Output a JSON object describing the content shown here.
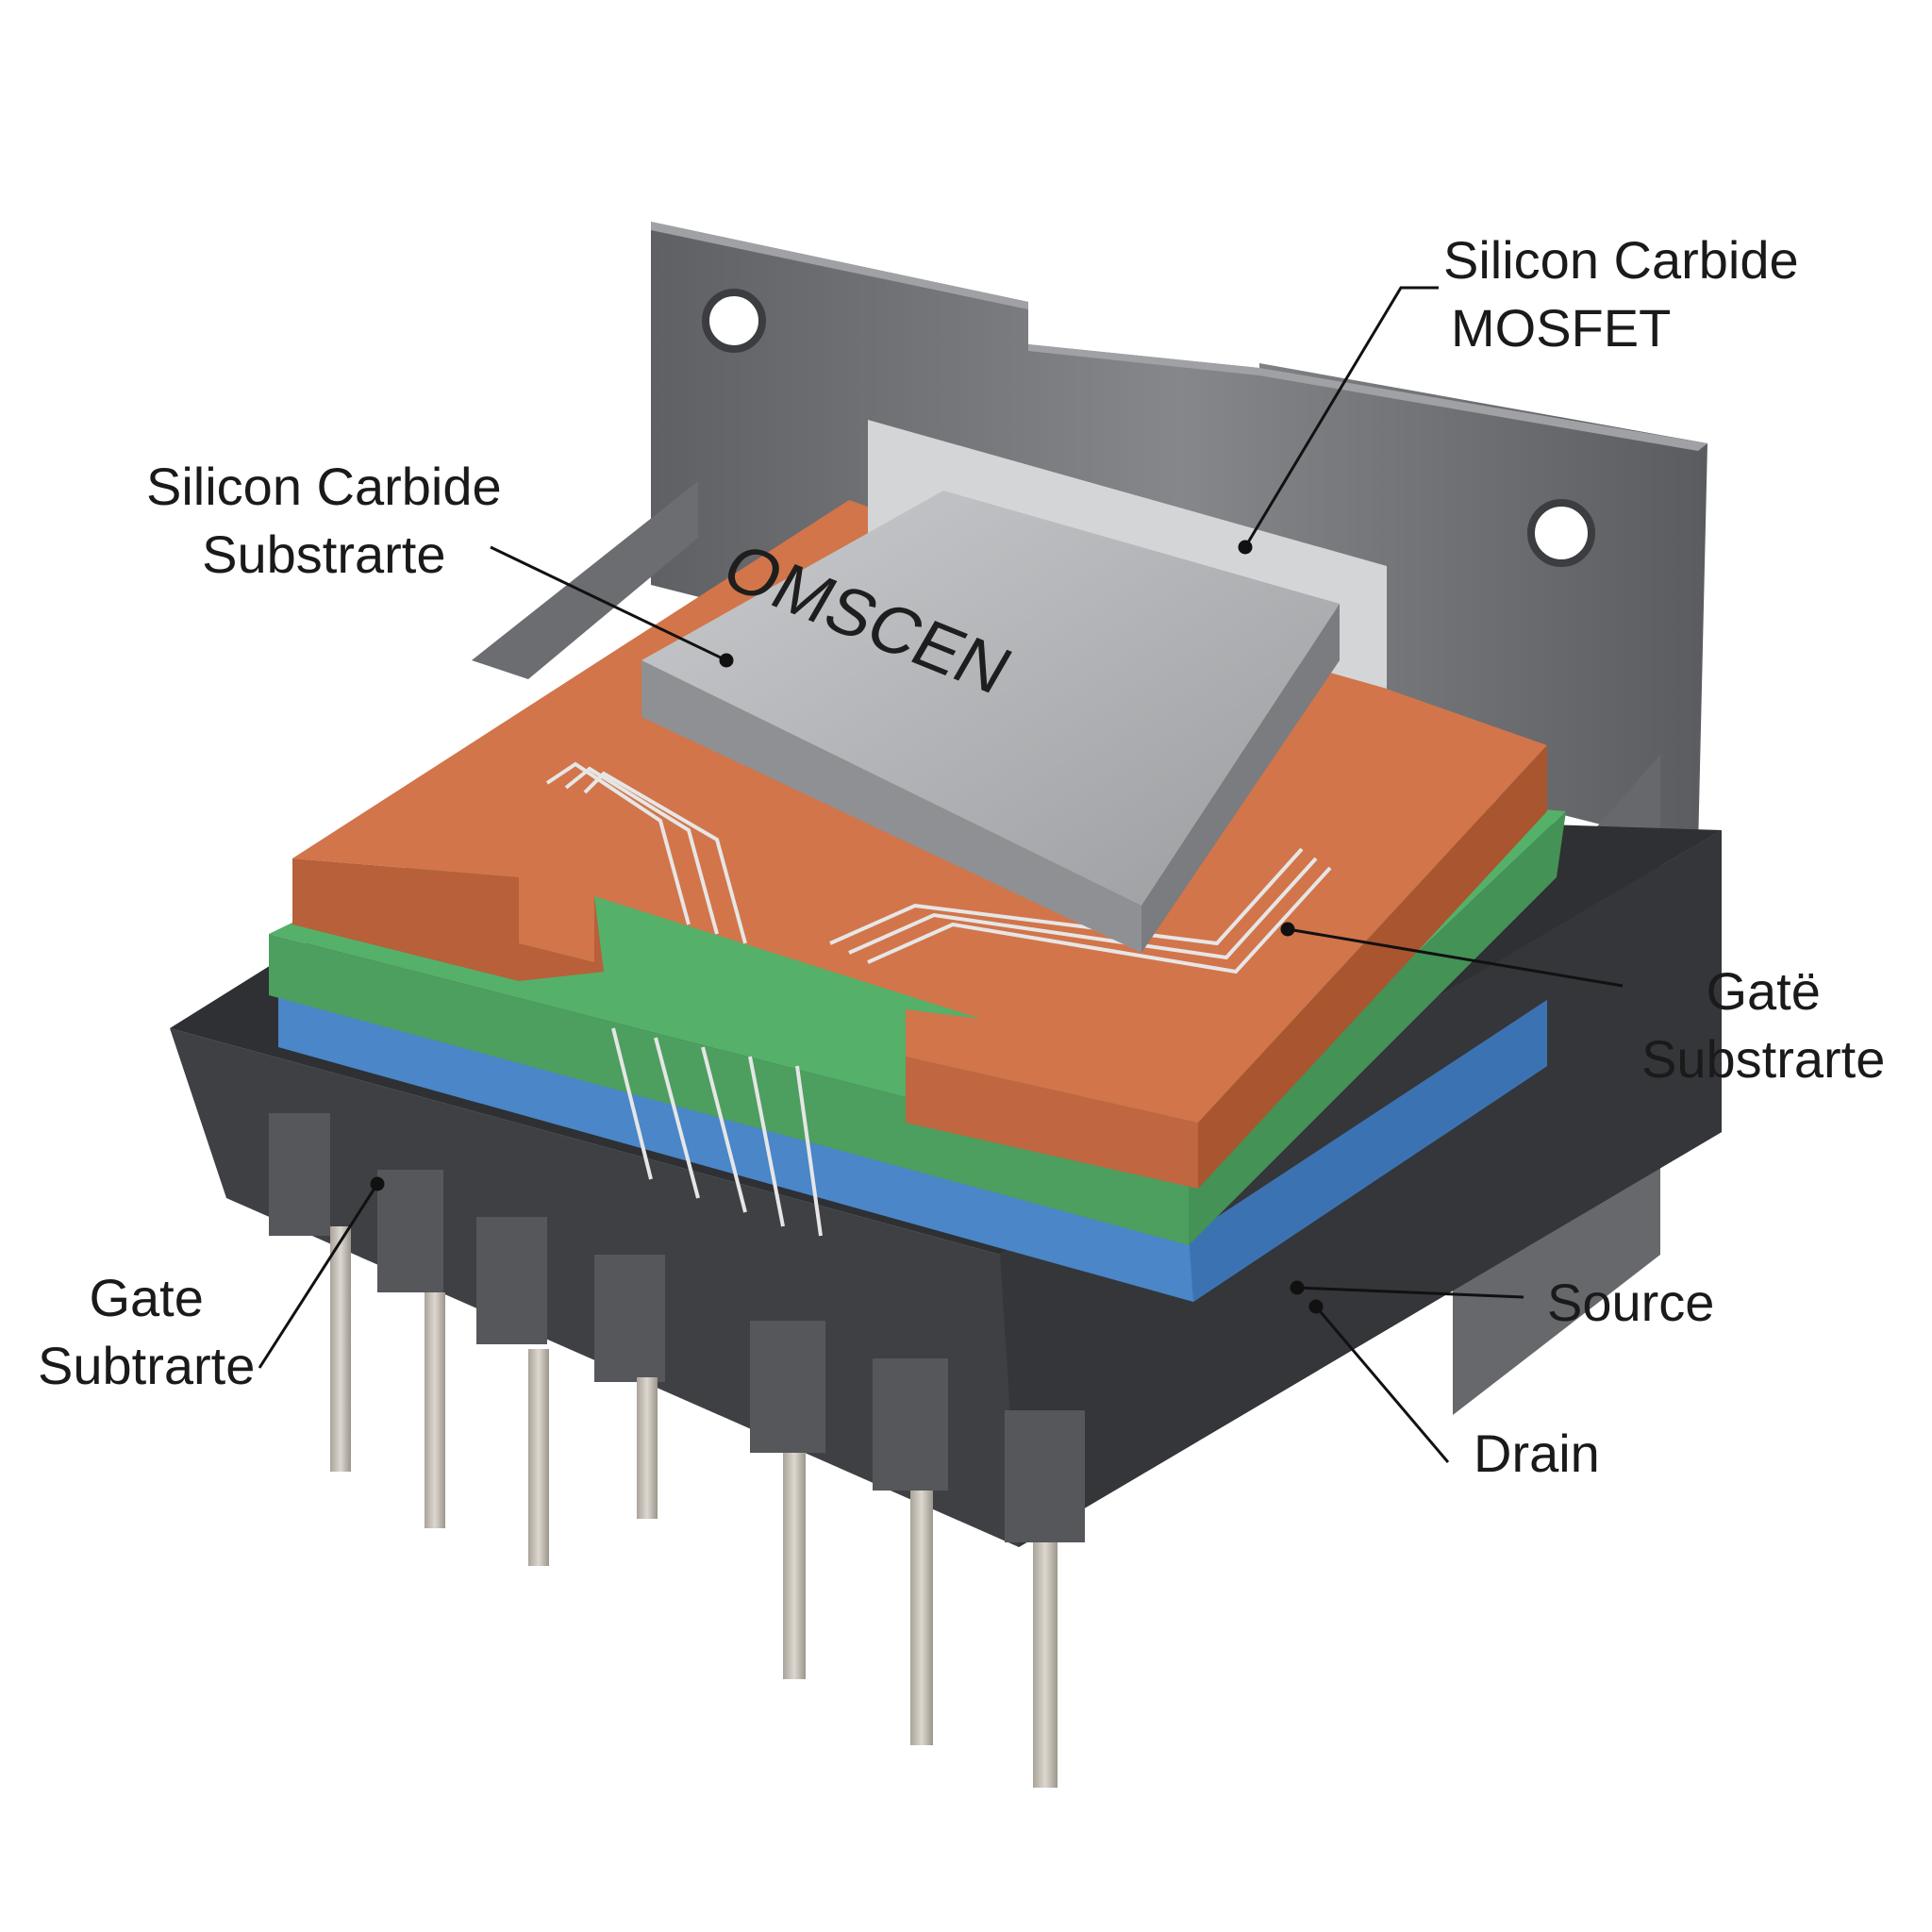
{
  "chip": {
    "marking": "OMSCEN",
    "colors": {
      "copper_layer": "#d2754a",
      "green_layer": "#55b06a",
      "blue_layer": "#4a86c8",
      "package_body": "#3e4044",
      "metal_frame": "#6e7074",
      "die_cap": "#b9bbbe"
    }
  },
  "labels": {
    "sic_mosfet": {
      "line1": "Silicon Carbide",
      "line2": "MOSFET"
    },
    "sic_substrate": {
      "line1": "Silicon Carbide",
      "line2": "Substrarte"
    },
    "gate_substrate_right": {
      "line1": "Gatë",
      "line2": "Substrarte"
    },
    "gate_subtrarte_left": {
      "line1": "Gate",
      "line2": "Subtrarte"
    },
    "source": "Source",
    "drain": "Drain"
  }
}
